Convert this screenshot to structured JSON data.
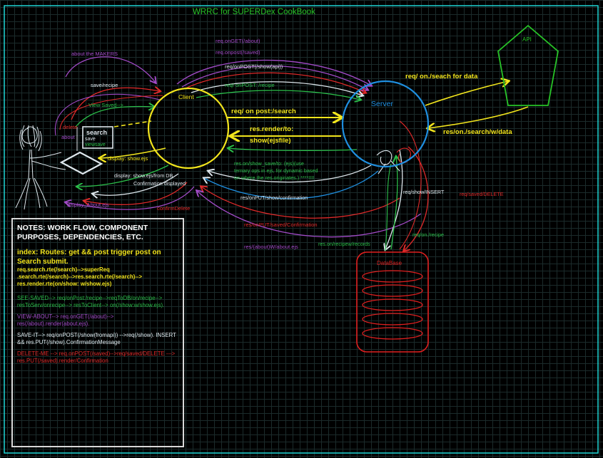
{
  "title": "WRRC for SUPERDex CookBook",
  "nodes": {
    "client": "Client",
    "server": "Server",
    "api": "API",
    "database": "DataBase"
  },
  "user_widget": {
    "search": "search",
    "save": "save",
    "viewsave": "viewsave",
    "delete": "delete",
    "about": "about"
  },
  "arrows": {
    "about_makers": "about the MAKERS",
    "save_recipe": "save/recipe",
    "view_saved": "View Saved-->",
    "display_show": "display: show.ejs",
    "display_db": "display: show.ejs/from DB",
    "confirmation_displayed": "Confirmation displayed",
    "confirm_delete": "confirmDelete",
    "display_about": "display_About.ejs",
    "req_get_about": "req.onGET(/about)",
    "req_post_saved": "req.onpost(/saved)",
    "req_post_show_api": "req/onPOST(/show(api))",
    "req_post_recipe": "req/ onPOST: /recipe",
    "req_post_search": "req/ on post:/search",
    "res_render": "res.render/to:",
    "res_render_2": "show(ejsfile)",
    "res_show_save_1": "res.on/show_save/to: (ejs)(use",
    "res_show_save_2": "ternary ops in ejs, for dynamic based",
    "res_show_save_3": "on where the res.originates.) ****!!!!",
    "req_put_confirmation": "res/onPUT/show/confirmation",
    "res_put_confirmation": "res/onPUT/saved/Confirmation",
    "res_about": "res/(about)W/about.ejs",
    "res_recipew": "res.on/recipew/records",
    "req_show_insert": "req/show/INSERT",
    "req_saved_delete": "req/saved/DELETE",
    "req_on_recipe": "req/on./recipe",
    "req_api": "req/ on./seach for data",
    "res_api": "res/on./search/w/data"
  },
  "notes": {
    "heading": "NOTES:  WORK FLOW, COMPONENT PURPOSES, DEPENDENCIES, ETC.",
    "index_heading": "index: Routes: get && post trigger post on Search submit.",
    "index_lines": [
      "req.search.rte(/search)-->superReq",
      ".search.rte(/search)-->res.search.rte(/search)-->",
      "res.render.rte(on/show: w/show.ejs)"
    ],
    "see_saved": "SEE-SAVED--> req/onPost:/recipe-->reqToDB/on/recipe--> resToServ/onrecipe--> resToClient--> on(/show:w/show.ejs).",
    "view_about": "VIEW-ABOUT--> req.onGET(/about)--> res(/about).render(about.ejs).",
    "save_it": "SAVE-IT--> req/onPOST(/show(fromapi)) -->req(/show). INSERT && res.PUT(/show).ConfirmationMessage",
    "delete_me": "DELETE-ME --> req.onPOST(/saved)-->req/saved/DELETE ---> res.PUT(/saved).render/Confirmation"
  },
  "colors": {
    "background": "#000000",
    "frame": "#1fd6d6",
    "client": "#f2e51d",
    "server": "#1f8fe0",
    "api": "#27c227",
    "database": "#e01f1f",
    "red": "#e02a2a",
    "purple": "#a24bc8",
    "green": "#2bbf4a",
    "yellow": "#f2e51d",
    "white": "#dfe8ee"
  }
}
